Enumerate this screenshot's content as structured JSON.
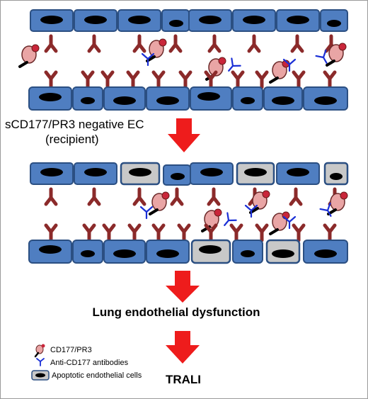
{
  "labels": {
    "recipient_line1": "sCD177/PR3 negative EC",
    "recipient_line2": "(recipient)",
    "outcome_1": "Lung endothelial dysfunction",
    "outcome_2": "TRALI"
  },
  "legend": {
    "items": [
      {
        "label": "CD177/PR3",
        "icon": "neutrophil-cd177-pr3-icon"
      },
      {
        "label": "Anti-CD177 antibodies",
        "icon": "antibody-icon"
      },
      {
        "label": "Apoptotic endothelial cells",
        "icon": "apoptotic-cell-icon"
      }
    ]
  },
  "colors": {
    "endothelial_cell": "#4f7ec1",
    "apoptotic_cell": "#c8c8c8",
    "cell_border": "#2b4f82",
    "nucleus": "#000000",
    "receptor": "#8b2a2a",
    "antibody": "#1a2fd6",
    "neutrophil": "#e9a5a5",
    "arrow": "#ee1c1c"
  }
}
